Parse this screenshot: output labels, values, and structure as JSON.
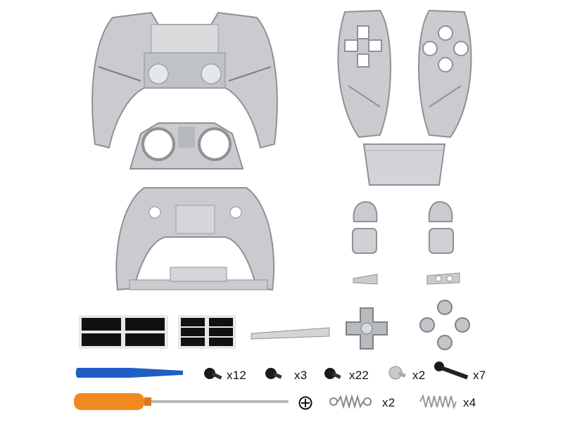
{
  "image": {
    "background": "#ffffff",
    "part_color": "#c9cbce",
    "part_edge": "#8e9196",
    "dark_color": "#111111",
    "blue_tool": "#1f5fc4",
    "orange_tool": "#f08a1e"
  },
  "quantities": {
    "screw_a": "x12",
    "screw_b": "x3",
    "screw_c": "x22",
    "screw_d": "x2",
    "screw_e": "x7",
    "spring_a": "x2",
    "spring_b": "x4"
  }
}
